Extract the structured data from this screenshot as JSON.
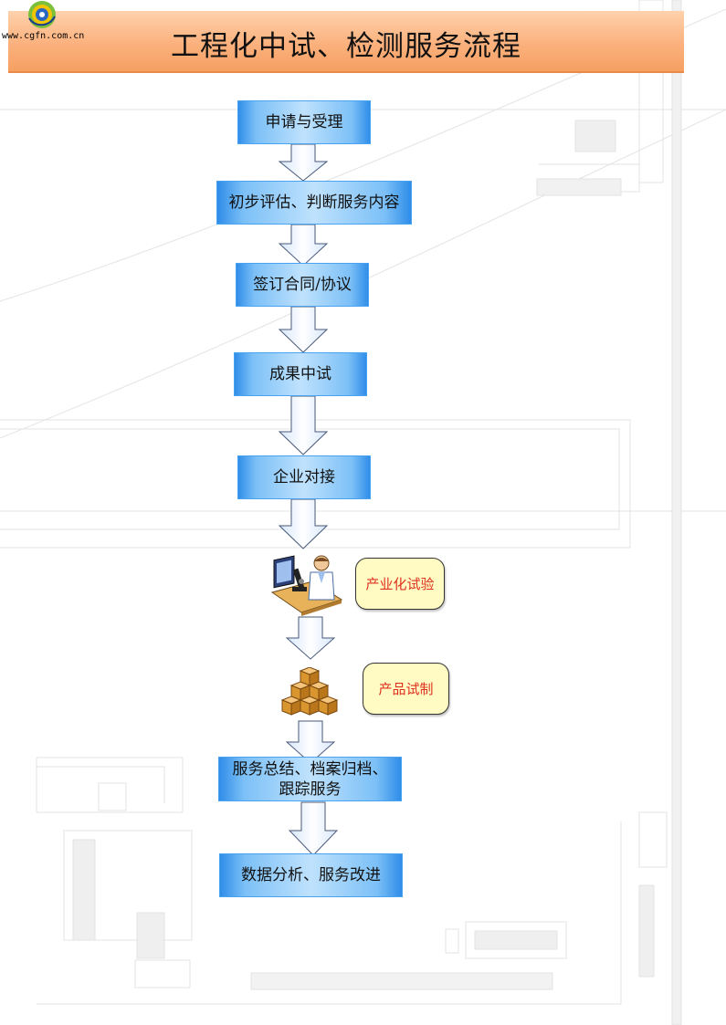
{
  "header": {
    "title": "工程化中试、检测服务流程"
  },
  "logo": {
    "text": "www.cgfn.com.cn"
  },
  "flow": {
    "steps": [
      "申请与受理",
      "初步评估、判断服务内容",
      "签订合同/协议",
      "成果中试",
      "企业对接",
      "服务总结、档案归档、",
      "跟踪服务",
      "数据分析、服务改进"
    ],
    "callouts": [
      "产业化试验",
      "产品试制"
    ],
    "icons": [
      "scientist-microscope-icon",
      "boxes-icon"
    ]
  },
  "colors": {
    "header": "#f6a062",
    "step": "#4aa3f0",
    "callout_text": "#e03020",
    "callout_bg": "#fffbc2"
  }
}
